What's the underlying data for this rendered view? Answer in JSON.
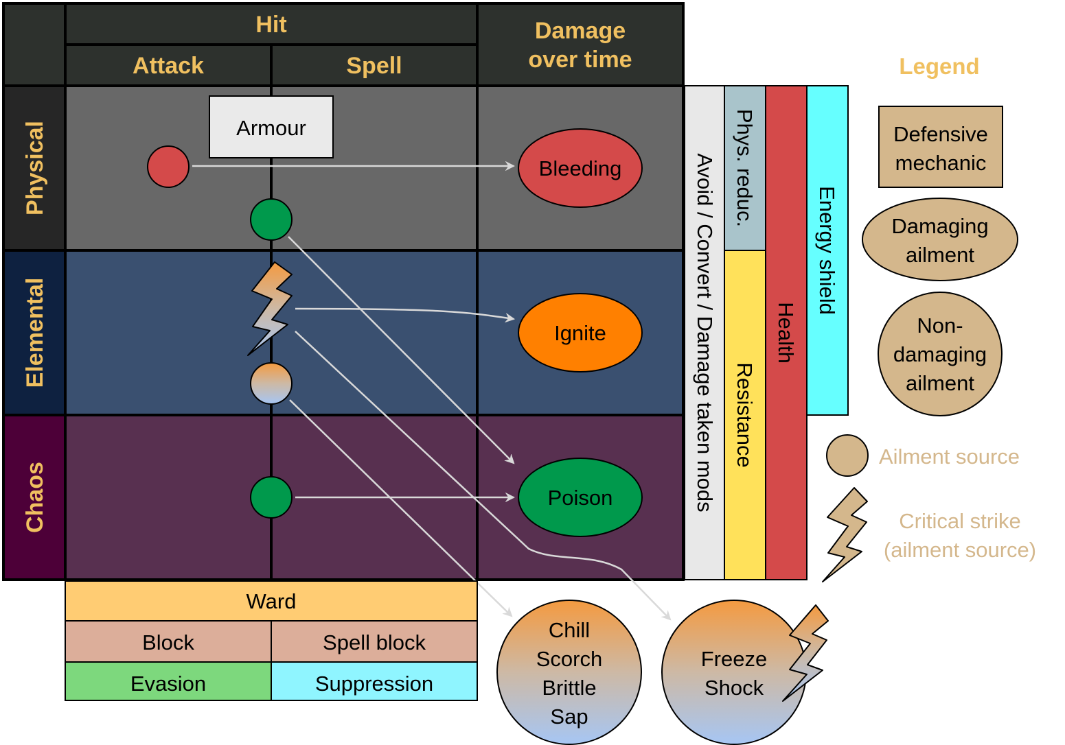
{
  "header": {
    "hit": "Hit",
    "attack": "Attack",
    "spell": "Spell",
    "dot_line1": "Damage",
    "dot_line2": "over time"
  },
  "rows": {
    "physical": "Physical",
    "elemental": "Elemental",
    "chaos": "Chaos"
  },
  "mechanics": {
    "armour": "Armour",
    "ward": "Ward",
    "block": "Block",
    "spell_block": "Spell block",
    "evasion": "Evasion",
    "suppression": "Suppression",
    "avoid_convert": "Avoid / Convert / Damage taken mods",
    "phys_reduc": "Phys. reduc.",
    "resistance": "Resistance",
    "health": "Health",
    "energy_shield": "Energy shield"
  },
  "ailments": {
    "bleeding": "Bleeding",
    "ignite": "Ignite",
    "poison": "Poison",
    "chill": "Chill",
    "scorch": "Scorch",
    "brittle": "Brittle",
    "sap": "Sap",
    "freeze": "Freeze",
    "shock": "Shock"
  },
  "legend": {
    "title": "Legend",
    "defensive_1": "Defensive",
    "defensive_2": "mechanic",
    "damaging_1": "Damaging",
    "damaging_2": "ailment",
    "nondamaging_1": "Non-",
    "nondamaging_2": "damaging",
    "nondamaging_3": "ailment",
    "ailment_source": "Ailment source",
    "crit_1": "Critical strike",
    "crit_2": "(ailment source)"
  },
  "colors": {
    "header_bg": "#2d312d",
    "header_text": "#f0c060",
    "physical_bg": "#686868",
    "elemental_bg": "#3a5070",
    "chaos_bg": "#583050",
    "bleeding": "#d44a4a",
    "ignite": "#ff8000",
    "poison": "#00994c",
    "defensive": "#d4b78c"
  }
}
